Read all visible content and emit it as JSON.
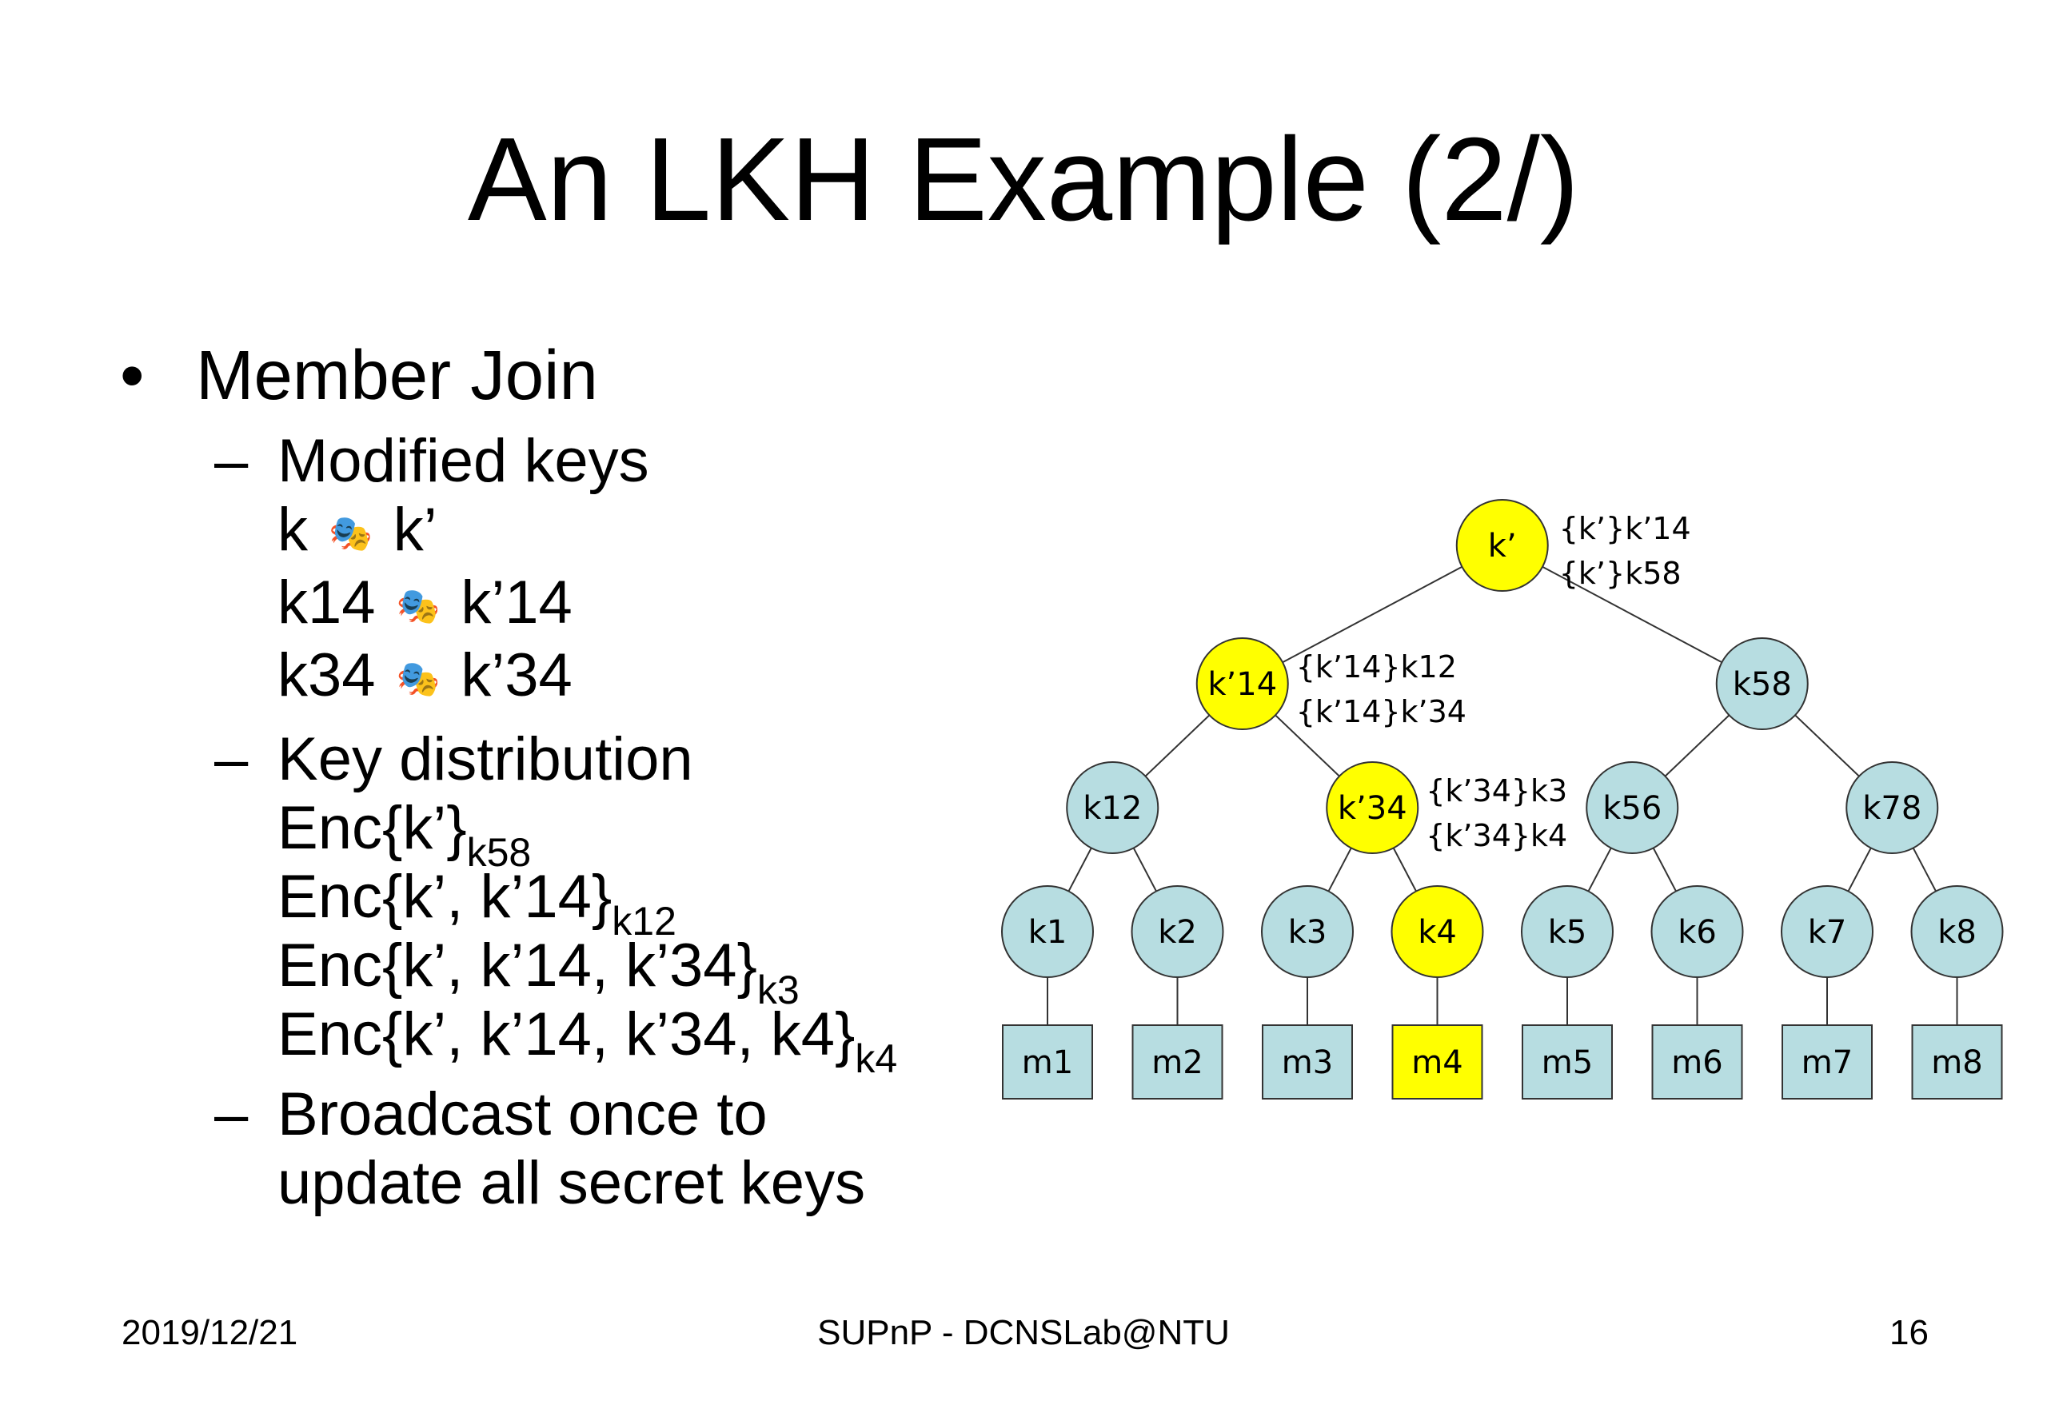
{
  "slide": {
    "title": "An LKH Example (2/)",
    "bullet": "•",
    "dash": "–",
    "member_join": "Member Join",
    "modified_keys": {
      "label": "Modified keys",
      "pairs": [
        {
          "from": "k",
          "to": "k’"
        },
        {
          "from": "k14",
          "to": "k’14"
        },
        {
          "from": "k34",
          "to": "k’34"
        }
      ],
      "arrow_glyph": "🎭",
      "arrow_icon": "theater-masks-icon"
    },
    "key_distribution": {
      "label": "Key distribution",
      "items": [
        {
          "text": "Enc{k’}",
          "sub": "k58"
        },
        {
          "text": "Enc{k’, k’14}",
          "sub": "k12"
        },
        {
          "text": "Enc{k’, k’14, k’34}",
          "sub": "k3"
        },
        {
          "text": "Enc{k’, k’14, k’34, k4}",
          "sub": "k4"
        }
      ]
    },
    "broadcast": {
      "line1": "Broadcast once to",
      "line2": "update all secret keys"
    }
  },
  "diagram": {
    "colors": {
      "highlight": "#ffff00",
      "normal": "#b7dde1",
      "stroke": "#333333"
    },
    "root": {
      "label": "k’",
      "highlight": true
    },
    "level1": [
      {
        "label": "k’14",
        "highlight": true
      },
      {
        "label": "k58",
        "highlight": false
      }
    ],
    "level2": [
      {
        "label": "k12",
        "highlight": false
      },
      {
        "label": "k’34",
        "highlight": true
      },
      {
        "label": "k56",
        "highlight": false
      },
      {
        "label": "k78",
        "highlight": false
      }
    ],
    "level3": [
      {
        "label": "k1",
        "highlight": false
      },
      {
        "label": "k2",
        "highlight": false
      },
      {
        "label": "k3",
        "highlight": false
      },
      {
        "label": "k4",
        "highlight": true
      },
      {
        "label": "k5",
        "highlight": false
      },
      {
        "label": "k6",
        "highlight": false
      },
      {
        "label": "k7",
        "highlight": false
      },
      {
        "label": "k8",
        "highlight": false
      }
    ],
    "members": [
      {
        "label": "m1",
        "highlight": false
      },
      {
        "label": "m2",
        "highlight": false
      },
      {
        "label": "m3",
        "highlight": false
      },
      {
        "label": "m4",
        "highlight": true
      },
      {
        "label": "m5",
        "highlight": false
      },
      {
        "label": "m6",
        "highlight": false
      },
      {
        "label": "m7",
        "highlight": false
      },
      {
        "label": "m8",
        "highlight": false
      }
    ],
    "annotations": {
      "root": [
        "{k’}k’14",
        "{k’}k58"
      ],
      "k14": [
        "{k’14}k12",
        "{k’14}k’34"
      ],
      "k34": [
        "{k’34}k3",
        "{k’34}k4"
      ]
    }
  },
  "footer": {
    "date": "2019/12/21",
    "center": "SUPnP - DCNSLab@NTU",
    "page": "16"
  }
}
